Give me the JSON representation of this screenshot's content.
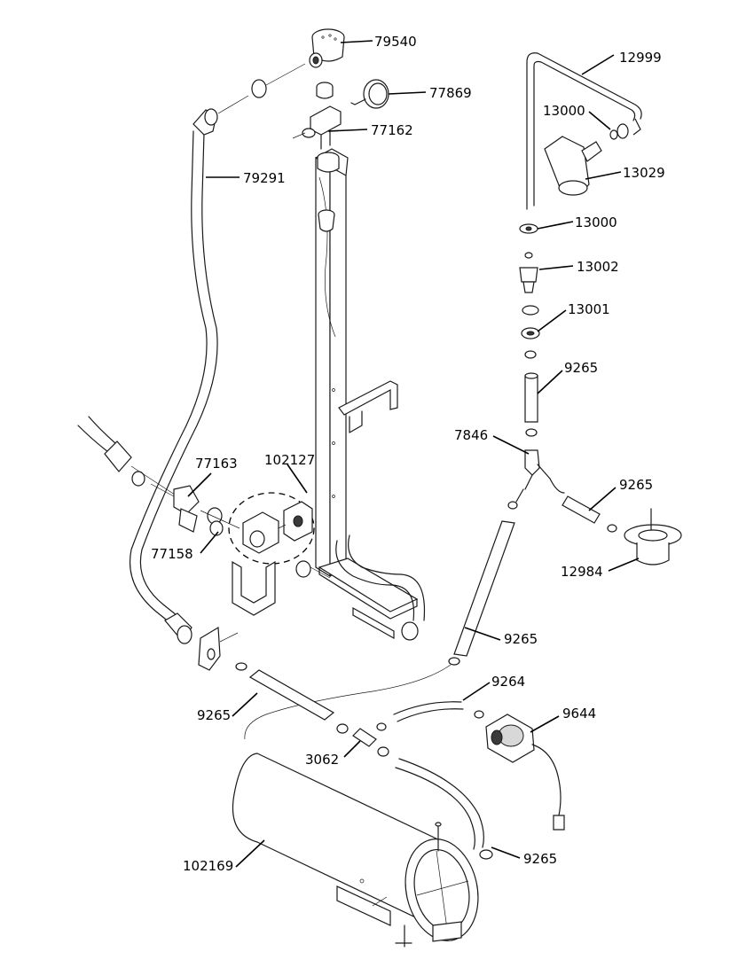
{
  "callouts": [
    {
      "id": "c79540",
      "label": "79540"
    },
    {
      "id": "c77869",
      "label": "77869"
    },
    {
      "id": "c77162",
      "label": "77162"
    },
    {
      "id": "c79291",
      "label": "79291"
    },
    {
      "id": "c12999",
      "label": "12999"
    },
    {
      "id": "c13000a",
      "label": "13000"
    },
    {
      "id": "c13029",
      "label": "13029"
    },
    {
      "id": "c13000b",
      "label": "13000"
    },
    {
      "id": "c13002",
      "label": "13002"
    },
    {
      "id": "c13001",
      "label": "13001"
    },
    {
      "id": "c9265a",
      "label": "9265"
    },
    {
      "id": "c7846",
      "label": "7846"
    },
    {
      "id": "c9265b",
      "label": "9265"
    },
    {
      "id": "c12984",
      "label": "12984"
    },
    {
      "id": "c77163",
      "label": "77163"
    },
    {
      "id": "c102127",
      "label": "102127"
    },
    {
      "id": "c77158",
      "label": "77158"
    },
    {
      "id": "c9265c",
      "label": "9265"
    },
    {
      "id": "c9264",
      "label": "9264"
    },
    {
      "id": "c9644",
      "label": "9644"
    },
    {
      "id": "c9265d",
      "label": "9265"
    },
    {
      "id": "c3062",
      "label": "3062"
    },
    {
      "id": "c102169",
      "label": "102169"
    },
    {
      "id": "c9265e",
      "label": "9265"
    }
  ]
}
